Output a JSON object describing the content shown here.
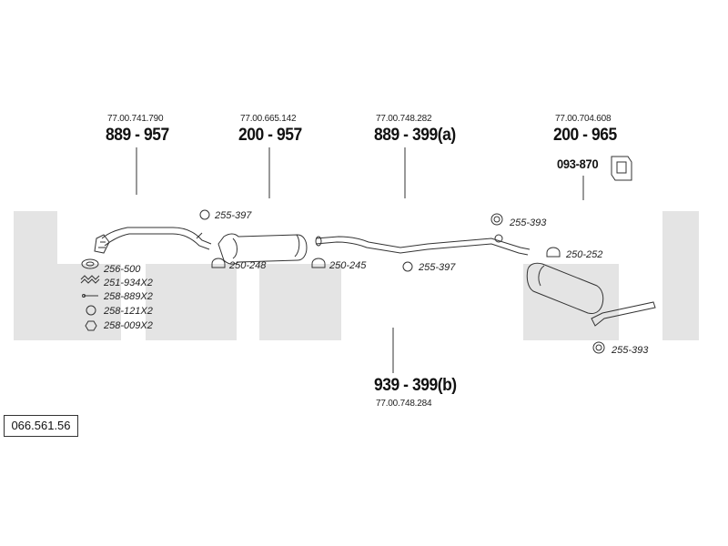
{
  "catalog_code": "066.561.56",
  "brand_color": "#e3e3e3",
  "line_color": "#333333",
  "parts": [
    {
      "ref": "77.00.741.790",
      "number": "889 - 957"
    },
    {
      "ref": "77.00.665.142",
      "number": "200 - 957"
    },
    {
      "ref": "77.00.748.282",
      "number": "889 - 399(a)"
    },
    {
      "ref": "77.00.704.608",
      "number": "200 - 965"
    },
    {
      "ref": "77.00.748.284",
      "number": "939 - 399(b)"
    }
  ],
  "bracket": {
    "number": "093-870"
  },
  "hardware": [
    "255-397",
    "250-248",
    "250-245",
    "255-397",
    "255-393",
    "250-252",
    "255-393",
    "256-500",
    "251-934X2",
    "258-889X2",
    "258-121X2",
    "258-009X2"
  ]
}
